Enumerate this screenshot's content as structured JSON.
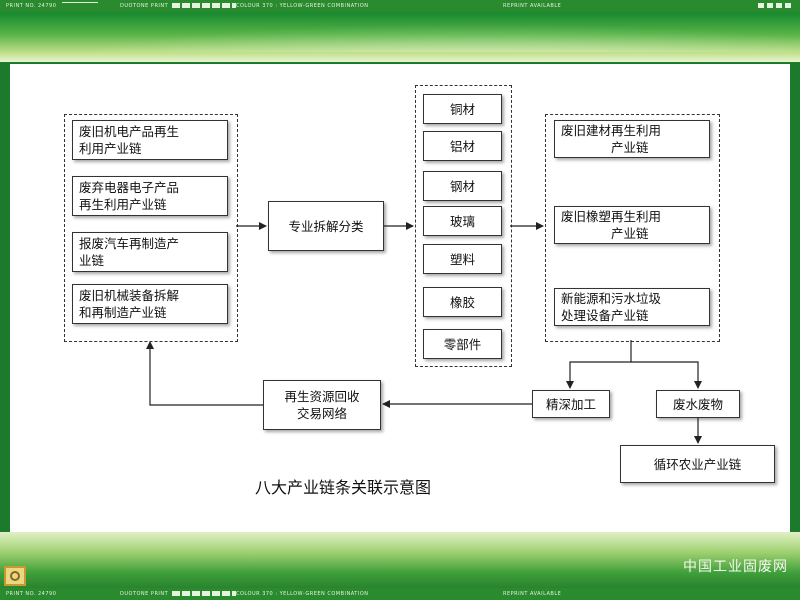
{
  "print_strip": {
    "print_no": "PRINT NO. 24790",
    "duotone": "DUOTONE PRINT",
    "colour": "COLOUR 370 : YELLOW-GREEN COMBINATION",
    "reprint": "REPRINT AVAILABLE"
  },
  "diagram": {
    "left_group": [
      "废旧机电产品再生利用产业链",
      "废弃电器电子产品再生利用产业链",
      "报废汽车再制造产业链",
      "废旧机械装备拆解和再制造产业链"
    ],
    "left_group_lines": [
      [
        "废旧机电产品再生",
        "利用产业链"
      ],
      [
        "废弃电器电子产品",
        "再生利用产业链"
      ],
      [
        "报废汽车再制造产",
        "业链"
      ],
      [
        "废旧机械装备拆解",
        "和再制造产业链"
      ]
    ],
    "dismantle": "专业拆解分类",
    "materials": [
      "铜材",
      "铝材",
      "钢材",
      "玻璃",
      "塑料",
      "橡胶",
      "零部件"
    ],
    "right_group_lines": [
      [
        "废旧建材再生利用",
        "产业链"
      ],
      [
        "废旧橡塑再生利用",
        "产业链"
      ],
      [
        "新能源和污水垃圾",
        "处理设备产业链"
      ]
    ],
    "deep_processing": "精深加工",
    "wastewater": "废水废物",
    "recycle_network_lines": [
      "再生资源回收",
      "交易网络"
    ],
    "circular_agriculture": "循环农业产业链",
    "caption": "八大产业链条关联示意图"
  },
  "watermark": "中国工业固废网"
}
